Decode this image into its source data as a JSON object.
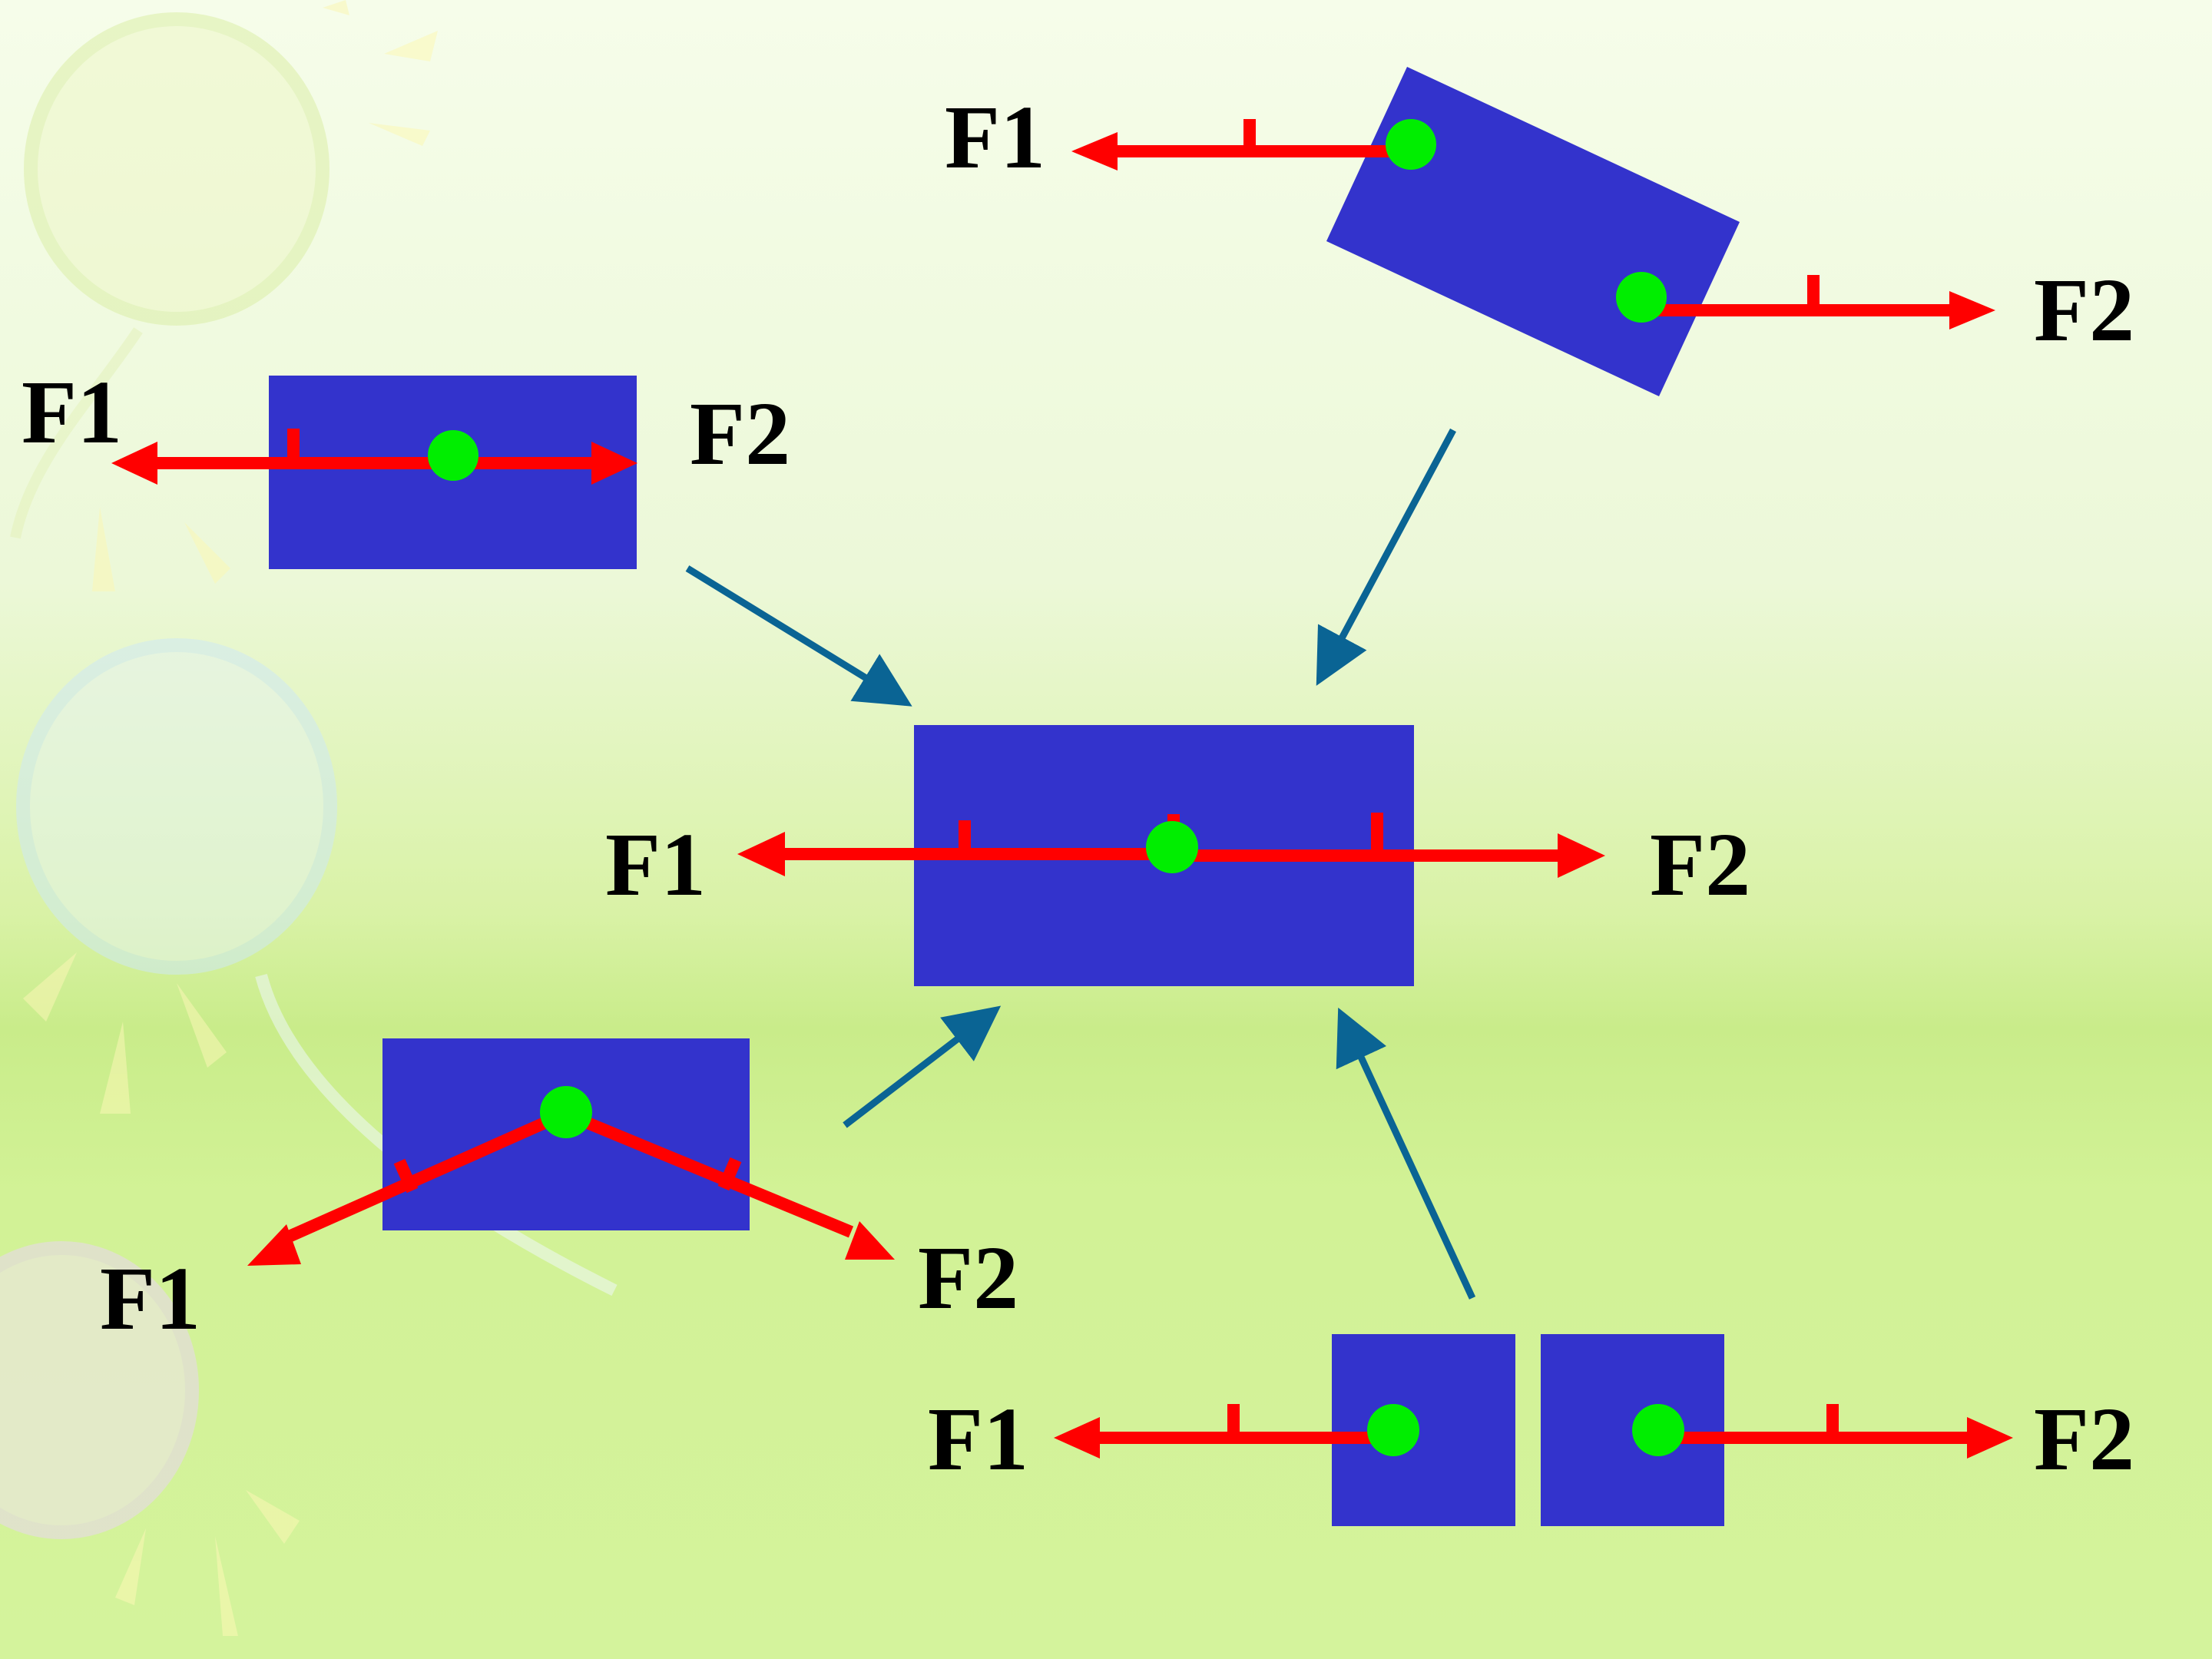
{
  "labels": {
    "top_right_f1": "F1",
    "top_right_f2": "F2",
    "upper_left_f1": "F1",
    "upper_left_f2": "F2",
    "center_f1": "F1",
    "center_f2": "F2",
    "lower_left_f1": "F1",
    "lower_left_f2": "F2",
    "bottom_right_f1": "F1",
    "bottom_right_f2": "F2"
  },
  "colors": {
    "block": "#3333cc",
    "force_arrow": "#ff0000",
    "point": "#00ee00",
    "connector": "#0a6494",
    "label": "#000000"
  }
}
